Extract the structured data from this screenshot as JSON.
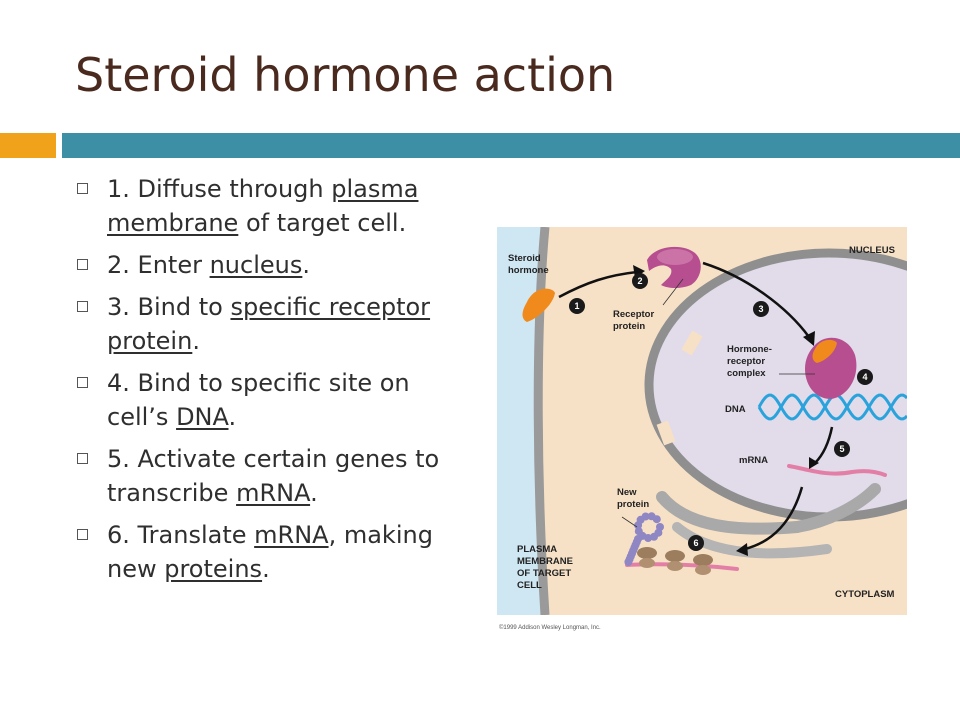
{
  "slide": {
    "title": "Steroid hormone action",
    "accent_colors": {
      "orange": "#f0a21b",
      "teal": "#3c8fa5",
      "title": "#4a2a1e"
    },
    "bullets": [
      {
        "parts": [
          {
            "t": "1. Diffuse through "
          },
          {
            "t": "plasma membrane",
            "u": true
          },
          {
            "t": " of target cell."
          }
        ]
      },
      {
        "parts": [
          {
            "t": "2. Enter "
          },
          {
            "t": "nucleus",
            "u": true
          },
          {
            "t": "."
          }
        ]
      },
      {
        "parts": [
          {
            "t": "3. Bind to "
          },
          {
            "t": "specific receptor protein",
            "u": true
          },
          {
            "t": "."
          }
        ]
      },
      {
        "parts": [
          {
            "t": "4. Bind to specific site on cell’s "
          },
          {
            "t": "DNA",
            "u": true
          },
          {
            "t": "."
          }
        ]
      },
      {
        "parts": [
          {
            "t": "5. Activate certain genes to transcribe "
          },
          {
            "t": "mRNA",
            "u": true
          },
          {
            "t": "."
          }
        ]
      },
      {
        "parts": [
          {
            "t": "6. Translate "
          },
          {
            "t": "mRNA",
            "u": true
          },
          {
            "t": ", making new "
          },
          {
            "t": "proteins",
            "u": true
          },
          {
            "t": "."
          }
        ]
      }
    ]
  },
  "diagram": {
    "labels": {
      "steroid_1": "Steroid",
      "steroid_2": "hormone",
      "receptor_1": "Receptor",
      "receptor_2": "protein",
      "complex_1": "Hormone-",
      "complex_2": "receptor",
      "complex_3": "complex",
      "dna": "DNA",
      "mrna": "mRNA",
      "newprot_1": "New",
      "newprot_2": "protein",
      "nucleus": "NUCLEUS",
      "cytoplasm": "CYTOPLASM",
      "plasma_1": "PLASMA",
      "plasma_2": "MEMBRANE",
      "plasma_3": "OF TARGET",
      "plasma_4": "CELL"
    },
    "steps": [
      "1",
      "2",
      "3",
      "4",
      "5",
      "6"
    ],
    "copyright": "©1999 Addison Wesley Longman, Inc."
  }
}
